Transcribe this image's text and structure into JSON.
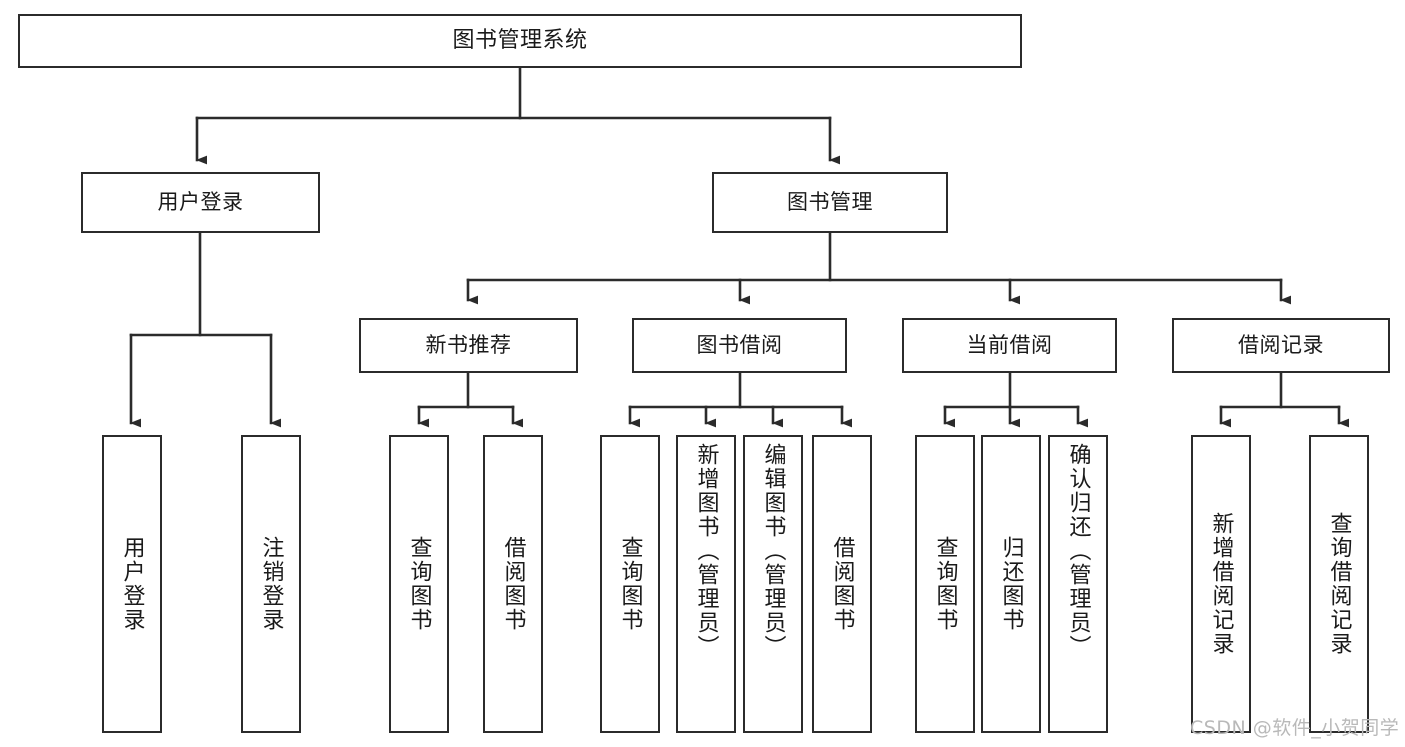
{
  "diagram": {
    "title": "图书管理系统",
    "type": "tree-hierarchy-chart",
    "watermark": "CSDN @软件_小贺同学",
    "colors": {
      "box_border": "#2b2b2b",
      "box_fill": "#ffffff",
      "edge": "#2b2b2b",
      "text": "#1a1a1a",
      "watermark": "#b9b9b9",
      "background": "#ffffff"
    },
    "nodes": {
      "root": {
        "label": "图书管理系统"
      },
      "level1": [
        {
          "id": "user-login",
          "label": "用户登录"
        },
        {
          "id": "book-manage",
          "label": "图书管理"
        }
      ],
      "level2": [
        {
          "id": "new-book-recommend",
          "label": "新书推荐"
        },
        {
          "id": "book-borrow",
          "label": "图书借阅"
        },
        {
          "id": "current-borrow",
          "label": "当前借阅"
        },
        {
          "id": "borrow-record",
          "label": "借阅记录"
        }
      ],
      "leaves": {
        "user_login": [
          {
            "id": "leaf-user-login",
            "label": "用户登录"
          },
          {
            "id": "leaf-logout-login",
            "label": "注销登录"
          }
        ],
        "new_book_recommend": [
          {
            "id": "leaf-query-book-1",
            "label": "查询图书"
          },
          {
            "id": "leaf-borrow-book-1",
            "label": "借阅图书"
          }
        ],
        "book_borrow": [
          {
            "id": "leaf-query-book-2",
            "label": "查询图书"
          },
          {
            "id": "leaf-add-book",
            "label": "新增图书（管理员）"
          },
          {
            "id": "leaf-edit-book",
            "label": "编辑图书（管理员）"
          },
          {
            "id": "leaf-borrow-book-2",
            "label": "借阅图书"
          }
        ],
        "current_borrow": [
          {
            "id": "leaf-query-book-3",
            "label": "查询图书"
          },
          {
            "id": "leaf-return-book",
            "label": "归还图书"
          },
          {
            "id": "leaf-confirm-return",
            "label": "确认归还（管理员）"
          }
        ],
        "borrow_record": [
          {
            "id": "leaf-add-record",
            "label": "新增借阅记录"
          },
          {
            "id": "leaf-query-record",
            "label": "查询借阅记录"
          }
        ]
      }
    }
  }
}
